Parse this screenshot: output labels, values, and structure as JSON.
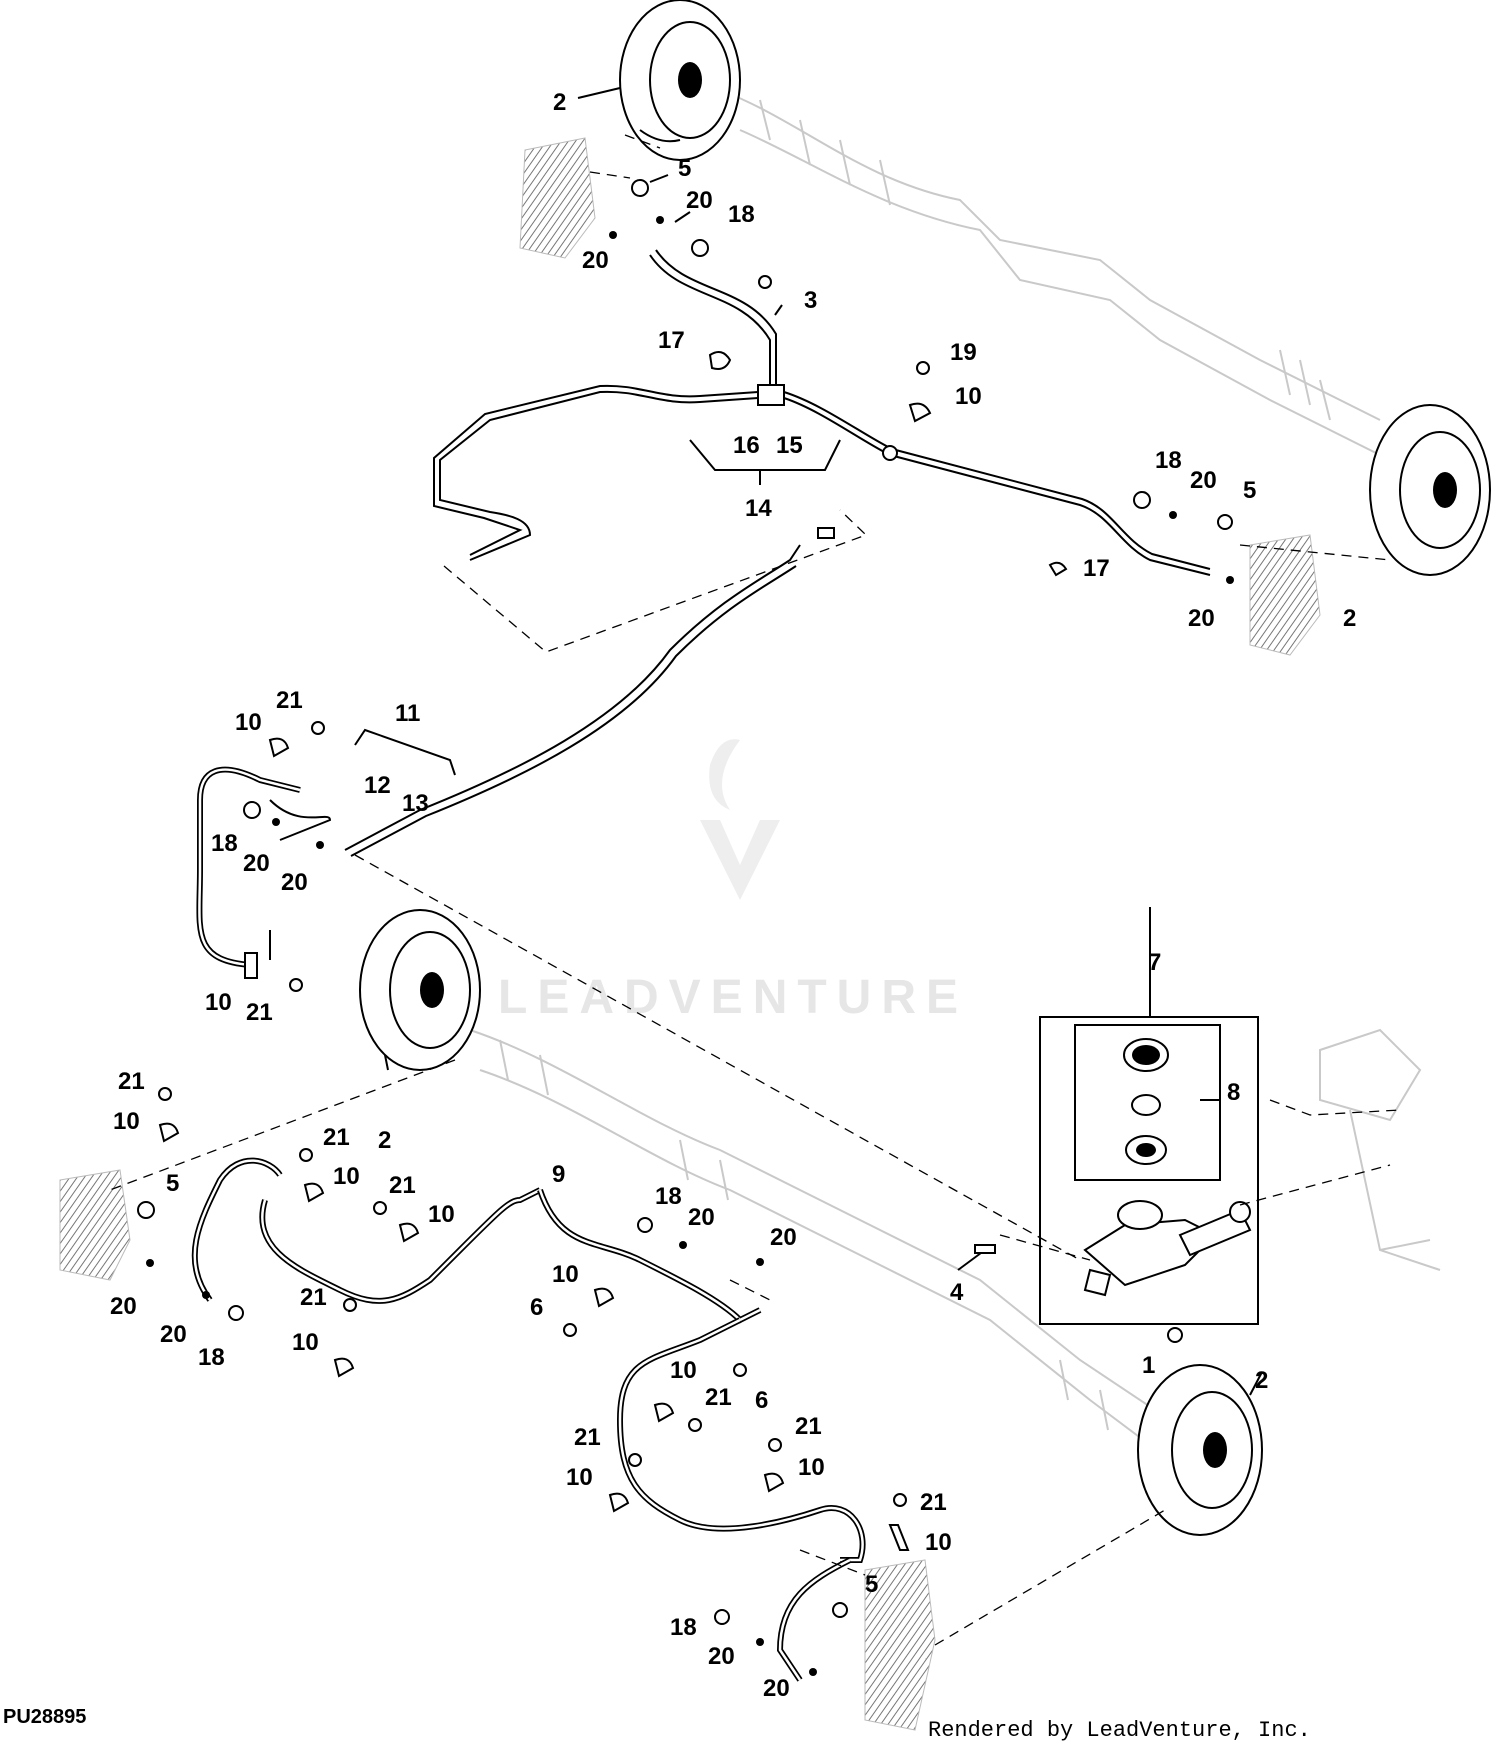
{
  "figure_id": "PU28895",
  "credit": "Rendered by LeadVenture, Inc.",
  "watermark": {
    "text": "LEADVENTURE"
  },
  "colors": {
    "ink": "#000000",
    "ghost": "#c9c9c9",
    "watermark": "#e6e6e6"
  },
  "callouts": [
    "2",
    "5",
    "20",
    "18",
    "20",
    "3",
    "17",
    "19",
    "10",
    "16",
    "15",
    "14",
    "18",
    "20",
    "5",
    "17",
    "20",
    "2",
    "21",
    "10",
    "11",
    "12",
    "13",
    "18",
    "20",
    "20",
    "10",
    "21",
    "7",
    "8",
    "21",
    "10",
    "2",
    "5",
    "21",
    "10",
    "21",
    "10",
    "9",
    "18",
    "20",
    "20",
    "4",
    "1",
    "20",
    "20",
    "18",
    "21",
    "10",
    "10",
    "6",
    "6",
    "10",
    "21",
    "2",
    "21",
    "21",
    "10",
    "10",
    "21",
    "10",
    "5",
    "18",
    "20",
    "20"
  ]
}
